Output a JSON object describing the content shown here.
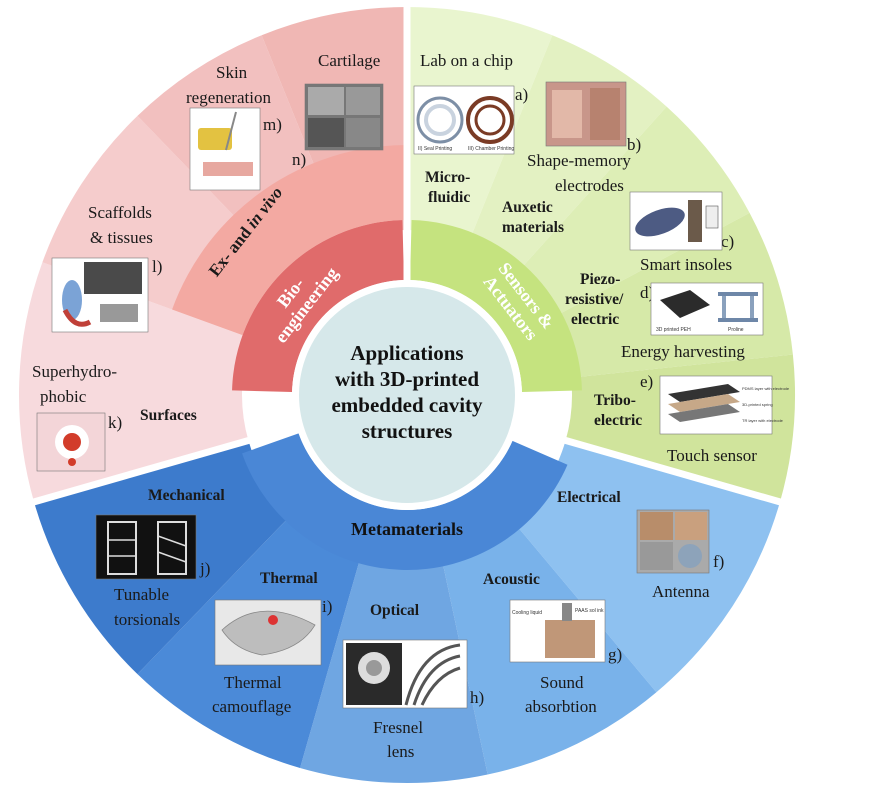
{
  "center": {
    "line1": "Applications",
    "line2": "with 3D-printed",
    "line3": "embedded cavity",
    "line4": "structures"
  },
  "categories": {
    "bio": {
      "line1": "Bio-",
      "line2": "engineering",
      "color": "#e06b6b"
    },
    "sensors": {
      "line1": "Sensors &",
      "line2": "Actuators",
      "color": "#c5e37f"
    },
    "meta": {
      "label": "Metamaterials",
      "color": "#4a87d6"
    }
  },
  "subcategories": {
    "ex_vivo_a": "Ex- and ",
    "ex_vivo_b": "in vivo",
    "surfaces": "Surfaces",
    "microfluidic_1": "Micro-",
    "microfluidic_2": "fluidic",
    "auxetic_1": "Auxetic",
    "auxetic_2": "materials",
    "piezo_1": "Piezo-",
    "piezo_2": "resistive/",
    "piezo_3": "electric",
    "tribo_1": "Tribo-",
    "tribo_2": "electric",
    "mechanical": "Mechanical",
    "thermal": "Thermal",
    "optical": "Optical",
    "acoustic": "Acoustic",
    "electrical": "Electrical"
  },
  "applications": {
    "lab_on_chip": "Lab on a chip",
    "shape_memory_1": "Shape-memory",
    "shape_memory_2": "electrodes",
    "smart_insoles": "Smart insoles",
    "energy_harvesting": "Energy harvesting",
    "touch_sensor": "Touch sensor",
    "antenna": "Antenna",
    "sound_1": "Sound",
    "sound_2": "absorbtion",
    "fresnel_1": "Fresnel",
    "fresnel_2": "lens",
    "thermal_cam_1": "Thermal",
    "thermal_cam_2": "camouflage",
    "tunable_1": "Tunable",
    "tunable_2": "torsionals",
    "superhydro_1": "Superhydro-",
    "superhydro_2": "phobic",
    "scaffolds_1": "Scaffolds",
    "scaffolds_2": "& tissues",
    "skin_1": "Skin",
    "skin_2": "regeneration",
    "cartilage": "Cartilage"
  },
  "letters": {
    "a": "a)",
    "b": "b)",
    "c": "c)",
    "d": "d)",
    "e": "e)",
    "f": "f)",
    "g": "g)",
    "h": "h)",
    "i": "i)",
    "j": "j)",
    "k": "k)",
    "l": "l)",
    "m": "m)",
    "n": "n)"
  },
  "image_labels": {
    "seal": "II) Seal Printing",
    "chamber": "III) Chamber Printing",
    "peh": "3D printed PEH",
    "proline": "Proline",
    "pdms": "PDMS layer with electrode",
    "spring": "3D-printed spring",
    "tr": "TR layer with electrode",
    "cooling": "Cooling liquid",
    "paas": "PAAS sol ink"
  }
}
